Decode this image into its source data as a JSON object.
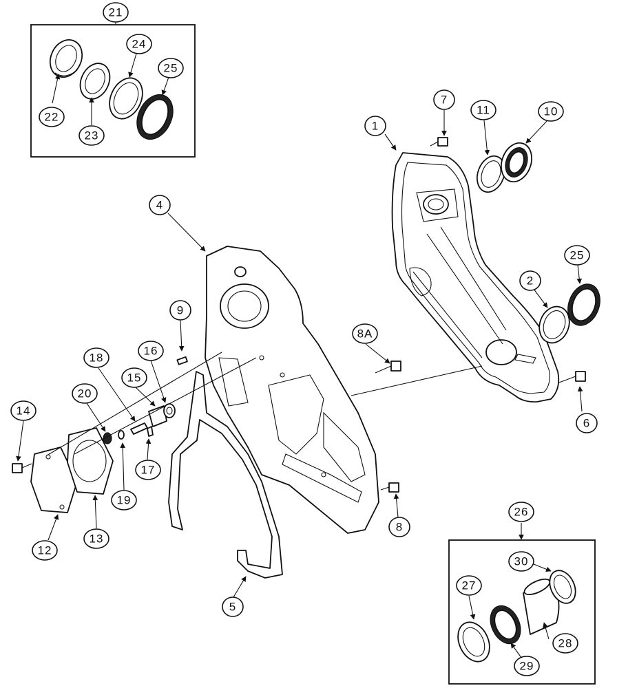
{
  "callouts": {
    "c21": "21",
    "c22": "22",
    "c23": "23",
    "c24": "24",
    "c25a": "25",
    "c1": "1",
    "c7": "7",
    "c11": "11",
    "c10": "10",
    "c25b": "25",
    "c2": "2",
    "c6": "6",
    "c4": "4",
    "c9": "9",
    "c8A": "8A",
    "c18": "18",
    "c16": "16",
    "c15": "15",
    "c20": "20",
    "c14": "14",
    "c17": "17",
    "c19": "19",
    "c12": "12",
    "c13": "13",
    "c8": "8",
    "c5": "5",
    "c26": "26",
    "c30": "30",
    "c27": "27",
    "c28": "28",
    "c29": "29"
  }
}
